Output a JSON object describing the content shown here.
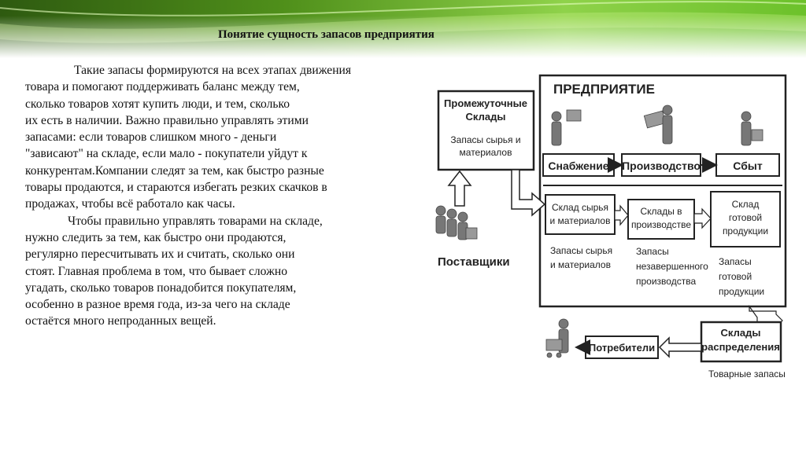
{
  "slide": {
    "title": "Понятие сущность запасов предприятия",
    "paragraphs": [
      "Такие запасы формируются на всех этапах движения\nтовара и помогают поддерживать баланс между тем,\nсколько товаров хотят купить люди, и тем, сколько\nих есть в наличии. Важно правильно управлять этими\nзапасами: если товаров слишком много - деньги\n\"зависают\" на складе, если мало - покупатели уйдут к\nконкурентам.Компании следят за тем,  как быстро разные\nтовары продаются, и стараются избегать резких скачков в\nпродажах, чтобы всё работало как часы.",
      "Чтобы правильно управлять товарами на складе,\nнужно следить за тем, как быстро они продаются,\nрегулярно пересчитывать их и считать, сколько они\n стоят. Главная проблема в том, что бывает сложно\nугадать, сколько товаров понадобится покупателям,\nособенно в разное время года, из-за чего на складе\nостаётся много непроданных вещей."
    ]
  },
  "diagram": {
    "enterprise_label": "ПРЕДПРИЯТИЕ",
    "intermediate": {
      "title_1": "Промежуточные",
      "title_2": "Склады",
      "sub_1": "Запасы сырья и",
      "sub_2": "материалов"
    },
    "suppliers": "Поставщики",
    "supply": "Снабжение",
    "production": "Производство",
    "sales": "Сбыт",
    "raw_store": {
      "line1": "Склад сырья",
      "line2": "и материалов",
      "note1": "Запасы сырья",
      "note2": "и материалов"
    },
    "wip_store": {
      "line1": "Склады в",
      "line2": "производстве",
      "note1": "Запасы",
      "note2": "незавершенного",
      "note3": "производства"
    },
    "finished_store": {
      "line1": "Склад",
      "line2": "готовой",
      "line3": "продукции",
      "note1": "Запасы",
      "note2": "готовой",
      "note3": "продукции"
    },
    "distribution": {
      "line1": "Склады",
      "line2": "распределения",
      "note": "Товарные запасы"
    },
    "consumers": "Потребители"
  },
  "colors": {
    "accent_green": "#6cc12a",
    "box_border": "#222222",
    "diagram_text": "#222222"
  }
}
